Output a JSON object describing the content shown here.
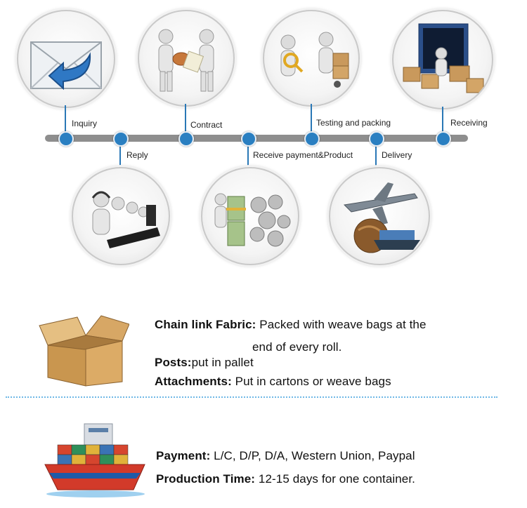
{
  "timeline": {
    "steps": [
      {
        "label": "Inquiry"
      },
      {
        "label": "Reply"
      },
      {
        "label": "Contract"
      },
      {
        "label": "Receive payment&Product"
      },
      {
        "label": "Testing and packing"
      },
      {
        "label": "Delivery"
      },
      {
        "label": "Receiving"
      }
    ]
  },
  "packing": {
    "fabric_title": "Chain link Fabric:",
    "fabric_text": " Packed with weave bags at the",
    "fabric_text_cont": "end of every roll.",
    "posts_title": "Posts:",
    "posts_text": "put in pallet",
    "attachments_title": "Attachments:",
    "attachments_text": " Put in cartons or weave bags"
  },
  "terms": {
    "payment_title": "Payment:",
    "payment_text": " L/C, D/P, D/A, Western Union, Paypal",
    "production_title": "Production Time:",
    "production_text": " 12-15 days for one container."
  },
  "colors": {
    "accent": "#2a7fc1",
    "bar": "#8e8e8e",
    "divider": "#6fb8e6"
  }
}
